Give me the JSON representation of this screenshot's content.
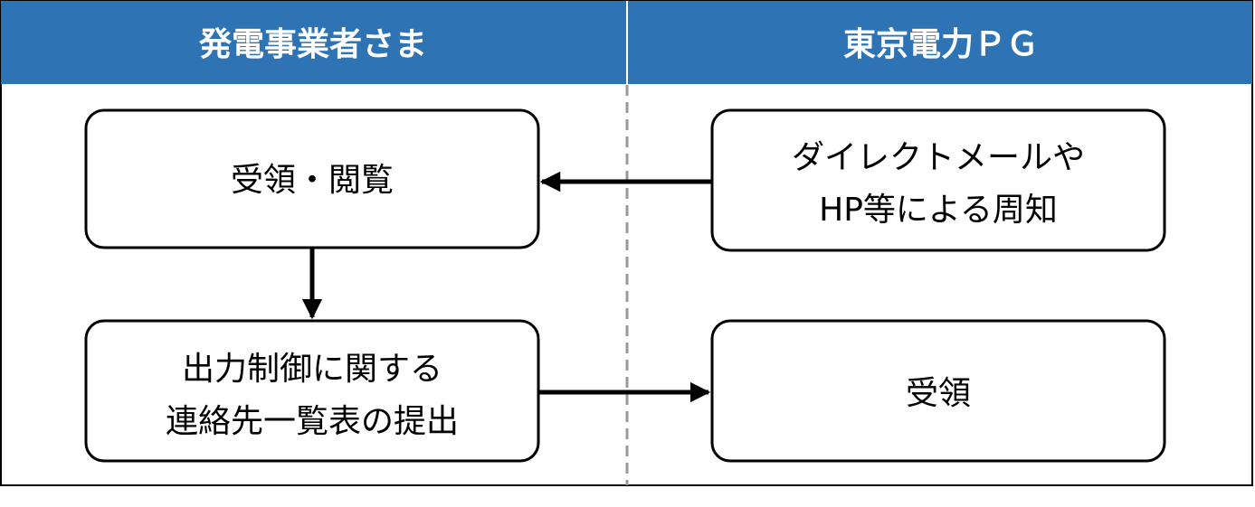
{
  "lanes": {
    "left": {
      "title": "発電事業者さま"
    },
    "right": {
      "title": "東京電力ＰＧ"
    }
  },
  "boxes": {
    "receive_view": {
      "line1": "受領・閲覧"
    },
    "notice": {
      "line1": "ダイレクトメールや",
      "line2": "HP等による周知"
    },
    "submit": {
      "line1": "出力制御に関する",
      "line2": "連絡先一覧表の提出"
    },
    "receive": {
      "line1": "受領"
    }
  },
  "colors": {
    "header_bg": "#2e74b5",
    "header_text": "#ffffff",
    "border": "#000000",
    "divider": "#999999"
  }
}
